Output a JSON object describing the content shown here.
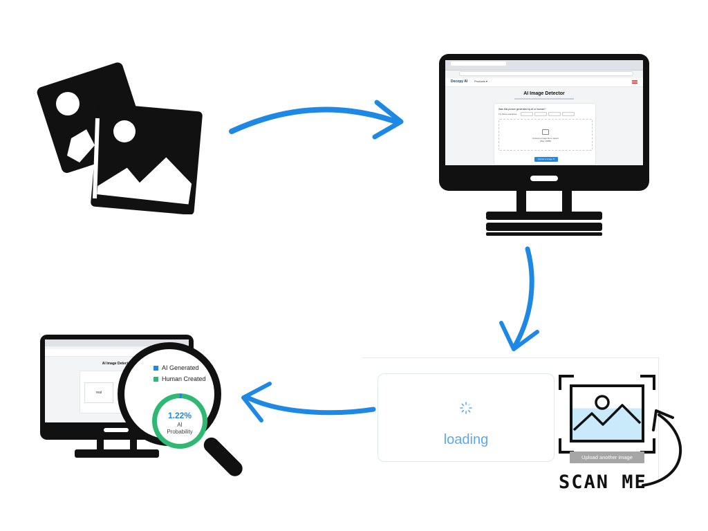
{
  "monitor_top": {
    "brand": "Decopy AI",
    "products": "Products ▾",
    "title": "AI Image Detector",
    "question": "Was this picture generated by AI or human?",
    "try_label": "Try these examples:",
    "drop_text": "Upload a image file to detect",
    "drop_text2": "(Max 10MB)",
    "upload_button": "Upload a Image ⬆"
  },
  "monitor_bottom": {
    "title": "AI Image Detector",
    "result_label": "real"
  },
  "magnifier": {
    "legend": [
      {
        "label": "AI Generated",
        "color": "#1e88e5"
      },
      {
        "label": "Human Created",
        "color": "#2eb872"
      }
    ],
    "percent": "1.22%",
    "percent_value": 1.22,
    "caption_line1": "AI",
    "caption_line2": "Probability"
  },
  "loading": {
    "text": "loading",
    "color": "#5aa9f0"
  },
  "upload": {
    "button_label": "Upload another image"
  },
  "scan_me": "SCAN  ME",
  "colors": {
    "arrow": "#1e88e5",
    "ink": "#111111"
  }
}
